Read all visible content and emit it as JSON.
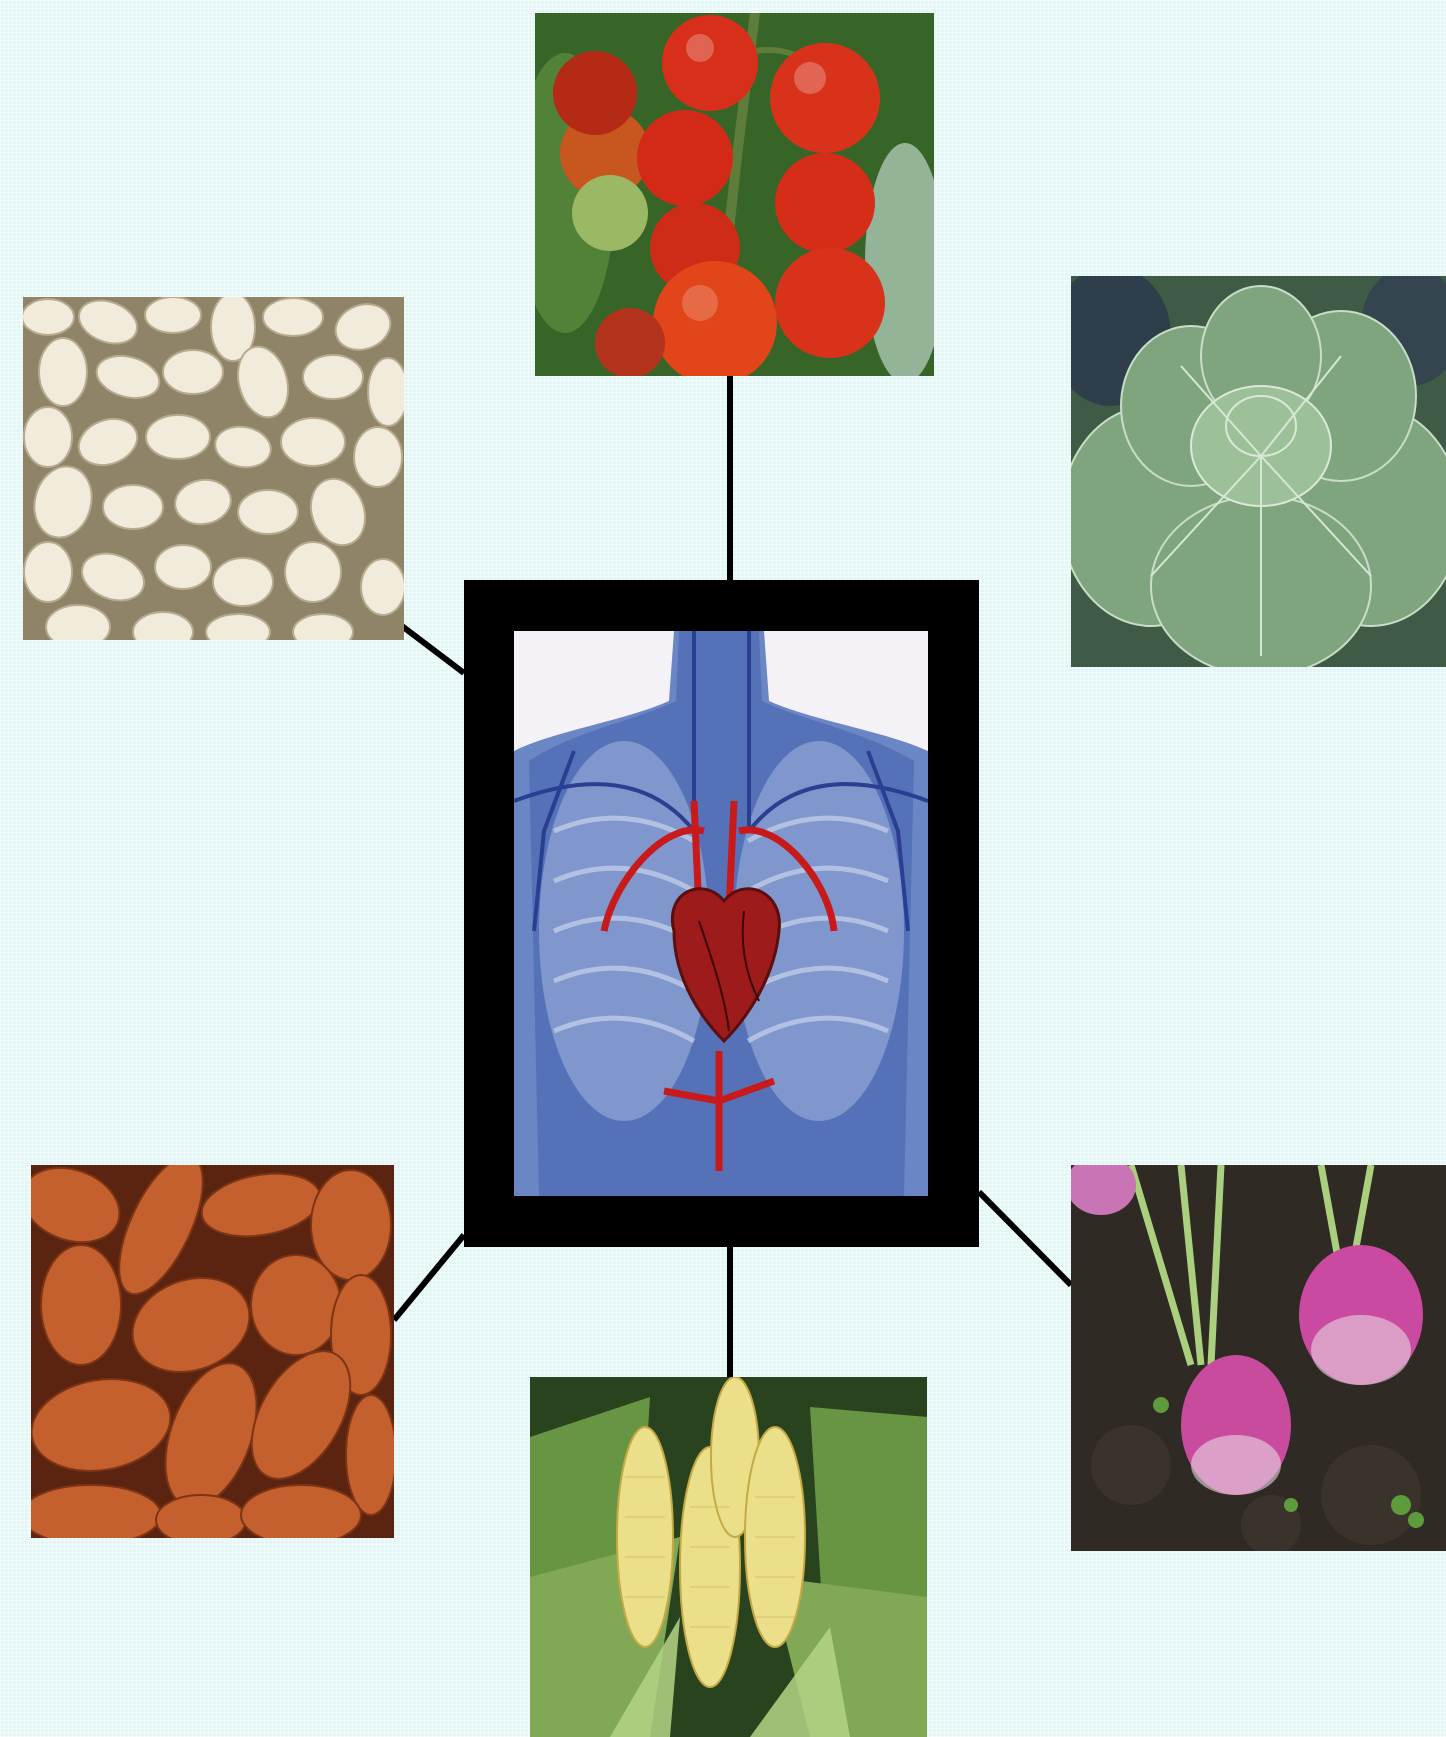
{
  "center": {
    "subject": "cardiovascular-system-illustration",
    "frame_color": "#000000"
  },
  "foods": [
    {
      "name": "tomatoes",
      "position": "top"
    },
    {
      "name": "white-beans",
      "position": "upper-left"
    },
    {
      "name": "collard-greens",
      "position": "upper-right"
    },
    {
      "name": "sweet-potatoes",
      "position": "lower-left"
    },
    {
      "name": "corn",
      "position": "bottom"
    },
    {
      "name": "turnips",
      "position": "lower-right"
    }
  ],
  "colors": {
    "background": "#e2f6f6",
    "connector": "#000000"
  }
}
